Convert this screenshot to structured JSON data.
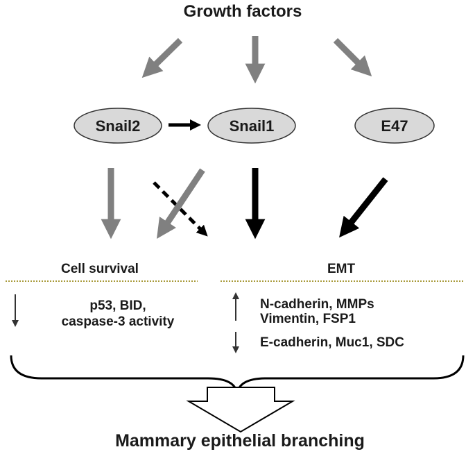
{
  "top": {
    "label": "Growth factors"
  },
  "nodes": {
    "snail2": "Snail2",
    "snail1": "Snail1",
    "e47": "E47"
  },
  "sections": {
    "survival": {
      "title": "Cell survival",
      "down_items": [
        "p53, BID,",
        "caspase-3 activity"
      ]
    },
    "emt": {
      "title": "EMT",
      "up_items": [
        "N-cadherin, MMPs",
        "Vimentin, FSP1"
      ],
      "down_items": [
        "E-cadherin, Muc1, SDC"
      ]
    }
  },
  "bottom": {
    "label": "Mammary epithelial branching"
  },
  "colors": {
    "grey_arrow": "#808080",
    "black_arrow": "#000000",
    "ellipse_fill": "#d9d9d9",
    "divider": "#a89a3a"
  }
}
